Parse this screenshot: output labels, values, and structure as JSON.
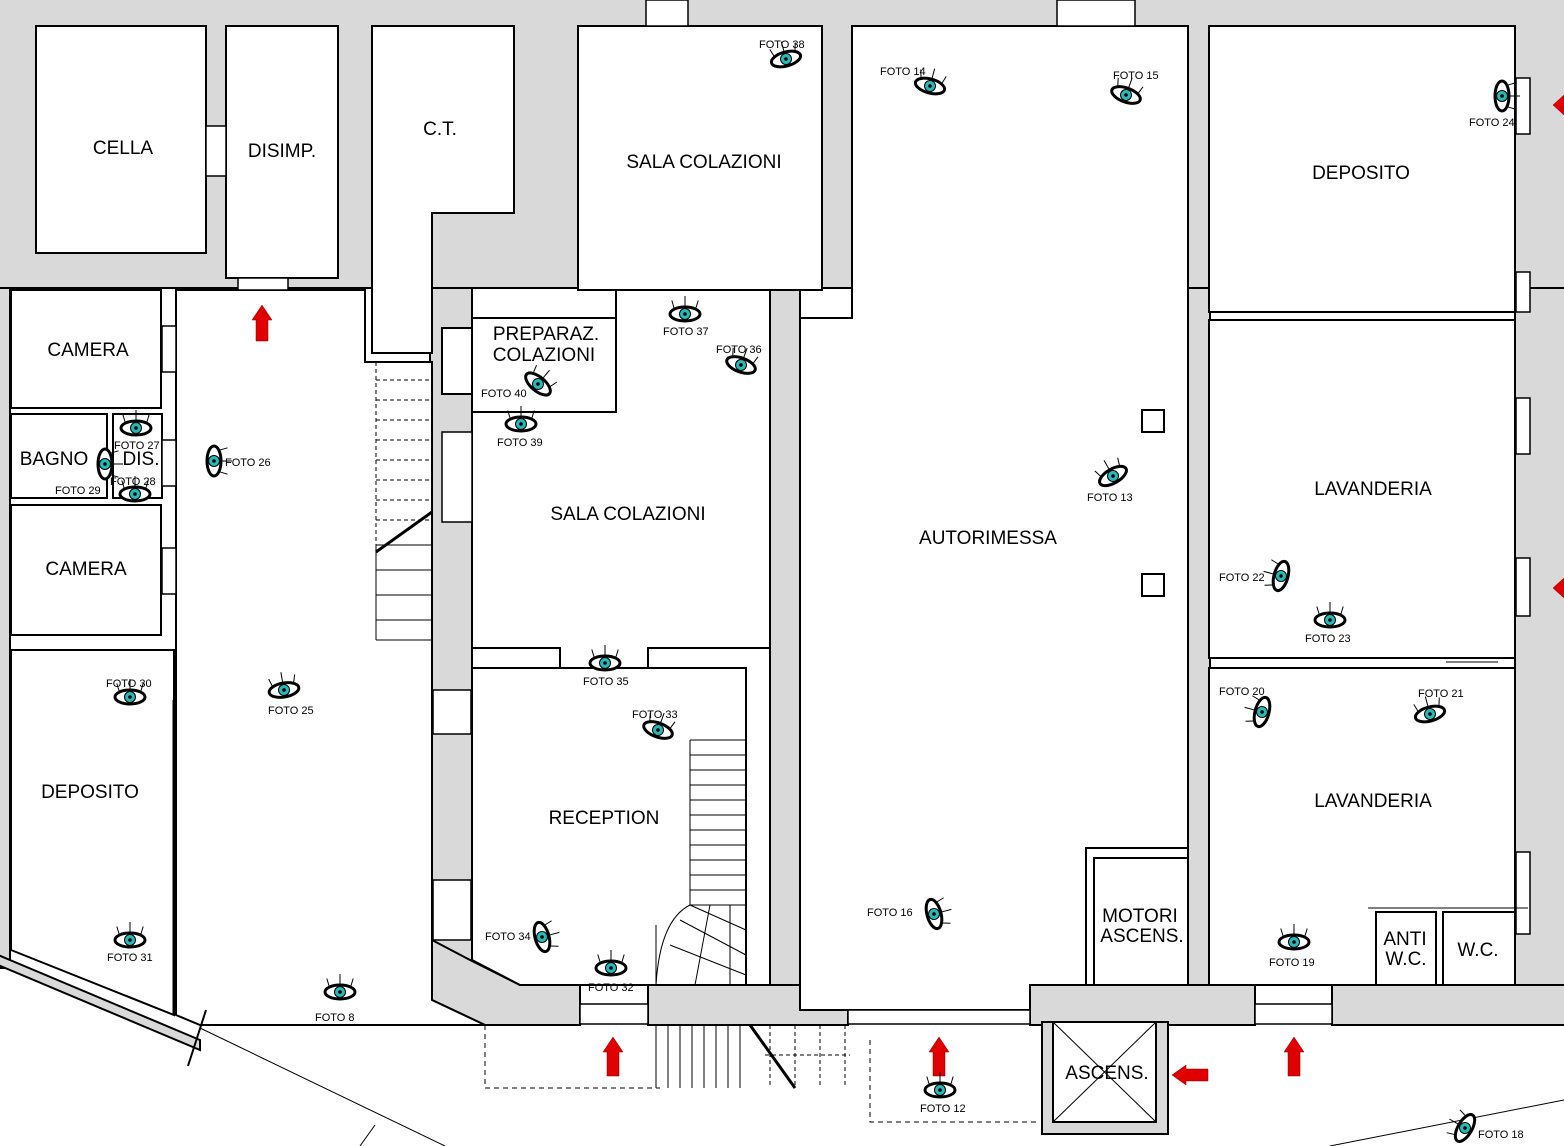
{
  "plan": {
    "rooms": [
      {
        "id": "cella",
        "label": "CELLA"
      },
      {
        "id": "disimp",
        "label": "DISIMP."
      },
      {
        "id": "ct",
        "label": "C.T."
      },
      {
        "id": "sala-colazioni-top",
        "label": "SALA COLAZIONI"
      },
      {
        "id": "deposito-right",
        "label": "DEPOSITO"
      },
      {
        "id": "camera-top",
        "label": "CAMERA"
      },
      {
        "id": "preparaz-line1",
        "label": "PREPARAZ."
      },
      {
        "id": "preparaz-line2",
        "label": "COLAZIONI"
      },
      {
        "id": "bagno",
        "label": "BAGNO"
      },
      {
        "id": "dis",
        "label": "DIS."
      },
      {
        "id": "sala-colazioni-mid",
        "label": "SALA COLAZIONI"
      },
      {
        "id": "autorimessa",
        "label": "AUTORIMESSA"
      },
      {
        "id": "lavanderia-top",
        "label": "LAVANDERIA"
      },
      {
        "id": "camera-bottom",
        "label": "CAMERA"
      },
      {
        "id": "deposito-left",
        "label": "DEPOSITO"
      },
      {
        "id": "reception",
        "label": "RECEPTION"
      },
      {
        "id": "lavanderia-bottom",
        "label": "LAVANDERIA"
      },
      {
        "id": "motori-line1",
        "label": "MOTORI"
      },
      {
        "id": "motori-line2",
        "label": "ASCENS."
      },
      {
        "id": "anti-line1",
        "label": "ANTI"
      },
      {
        "id": "anti-line2",
        "label": "W.C."
      },
      {
        "id": "wc",
        "label": "W.C."
      },
      {
        "id": "ascens",
        "label": "ASCENS."
      }
    ],
    "cameras": [
      {
        "id": "8",
        "label": "FOTO 8"
      },
      {
        "id": "12",
        "label": "FOTO 12"
      },
      {
        "id": "13",
        "label": "FOTO 13"
      },
      {
        "id": "14",
        "label": "FOTO 14"
      },
      {
        "id": "15",
        "label": "FOTO 15"
      },
      {
        "id": "16",
        "label": "FOTO 16"
      },
      {
        "id": "18",
        "label": "FOTO 18"
      },
      {
        "id": "19",
        "label": "FOTO 19"
      },
      {
        "id": "20",
        "label": "FOTO 20"
      },
      {
        "id": "21",
        "label": "FOTO 21"
      },
      {
        "id": "22",
        "label": "FOTO 22"
      },
      {
        "id": "23",
        "label": "FOTO 23"
      },
      {
        "id": "24",
        "label": "FOTO 24"
      },
      {
        "id": "25",
        "label": "FOTO 25"
      },
      {
        "id": "26",
        "label": "FOTO 26"
      },
      {
        "id": "27",
        "label": "FOTO 27"
      },
      {
        "id": "28",
        "label": "FOTO 28"
      },
      {
        "id": "29",
        "label": "FOTO 29"
      },
      {
        "id": "30",
        "label": "FOTO 30"
      },
      {
        "id": "31",
        "label": "FOTO 31"
      },
      {
        "id": "32",
        "label": "FOTO 32"
      },
      {
        "id": "33",
        "label": "FOTO 33"
      },
      {
        "id": "34",
        "label": "FOTO 34"
      },
      {
        "id": "35",
        "label": "FOTO 35"
      },
      {
        "id": "36",
        "label": "FOTO 36"
      },
      {
        "id": "37",
        "label": "FOTO 37"
      },
      {
        "id": "38",
        "label": "FOTO 38"
      },
      {
        "id": "39",
        "label": "FOTO 39"
      },
      {
        "id": "40",
        "label": "FOTO 40"
      }
    ],
    "colors": {
      "wall": "#d9d9d9",
      "camera_iris": "#27b8b8",
      "arrow": "#e00000"
    }
  }
}
